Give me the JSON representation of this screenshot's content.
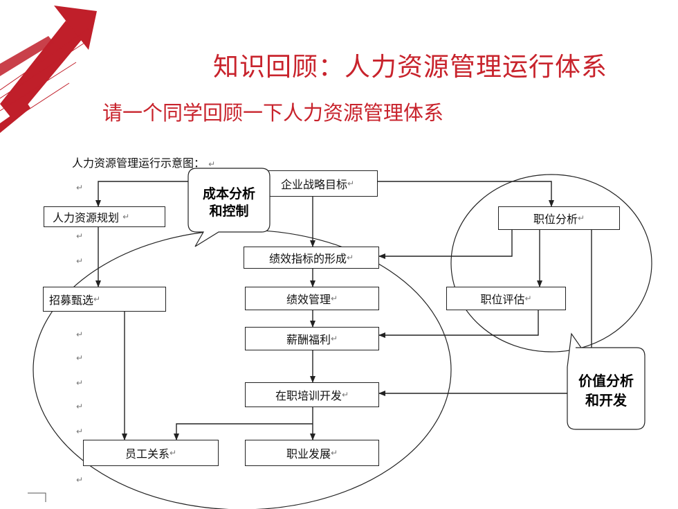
{
  "slide": {
    "title": "知识回顾：人力资源管理运行体系",
    "subtitle": "请一个同学回顾一下人力资源管理体系"
  },
  "diagram": {
    "caption": "人力资源管理运行示意图：",
    "para_mark": "↵",
    "nodes": {
      "strategy": "企业战略目标",
      "hr_planning": "人力资源规划",
      "job_analysis": "职位分析",
      "kpi_formation": "绩效指标的形成",
      "recruitment": "招募甄选",
      "performance_mgmt": "绩效管理",
      "job_evaluation": "职位评估",
      "compensation": "薪酬福利",
      "training": "在职培训开发",
      "employee_relations": "员工关系",
      "career_development": "职业发展"
    },
    "callouts": {
      "cost": [
        "成本分析",
        "和控制"
      ],
      "value": [
        "价值分析",
        "和开发"
      ]
    }
  },
  "colors": {
    "title_red": "#c8232c",
    "logo_red": "#c01f2a",
    "line": "#222222"
  }
}
